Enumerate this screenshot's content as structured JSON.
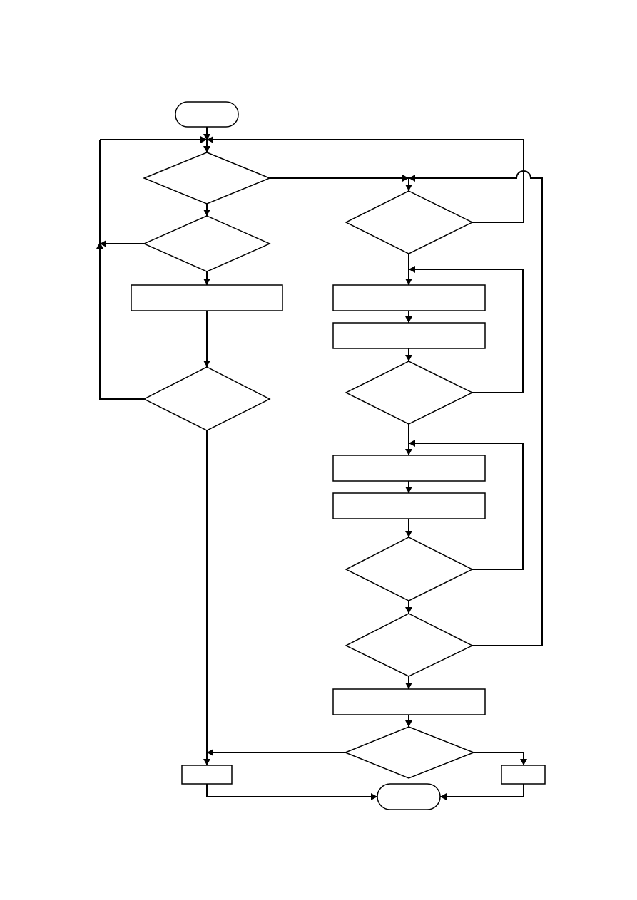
{
  "diagram": {
    "type": "flowchart",
    "stroke_color": "#000000",
    "fill_color": "#ffffff",
    "nodes": {
      "start": {
        "shape": "terminator",
        "label": ""
      },
      "left_decision_1": {
        "shape": "decision",
        "label": ""
      },
      "left_decision_2": {
        "shape": "decision",
        "label": ""
      },
      "left_process_1": {
        "shape": "process",
        "label": ""
      },
      "left_decision_3": {
        "shape": "decision",
        "label": ""
      },
      "right_decision_1": {
        "shape": "decision",
        "label": ""
      },
      "right_process_1": {
        "shape": "process",
        "label": ""
      },
      "right_process_2": {
        "shape": "process",
        "label": ""
      },
      "right_decision_2": {
        "shape": "decision",
        "label": ""
      },
      "right_process_3": {
        "shape": "process",
        "label": ""
      },
      "right_process_4": {
        "shape": "process",
        "label": ""
      },
      "right_decision_3": {
        "shape": "decision",
        "label": ""
      },
      "right_decision_4": {
        "shape": "decision",
        "label": ""
      },
      "right_process_5": {
        "shape": "process",
        "label": ""
      },
      "final_decision": {
        "shape": "decision",
        "label": ""
      },
      "output_left": {
        "shape": "process",
        "label": ""
      },
      "output_right": {
        "shape": "process",
        "label": ""
      },
      "end": {
        "shape": "terminator",
        "label": ""
      }
    }
  }
}
